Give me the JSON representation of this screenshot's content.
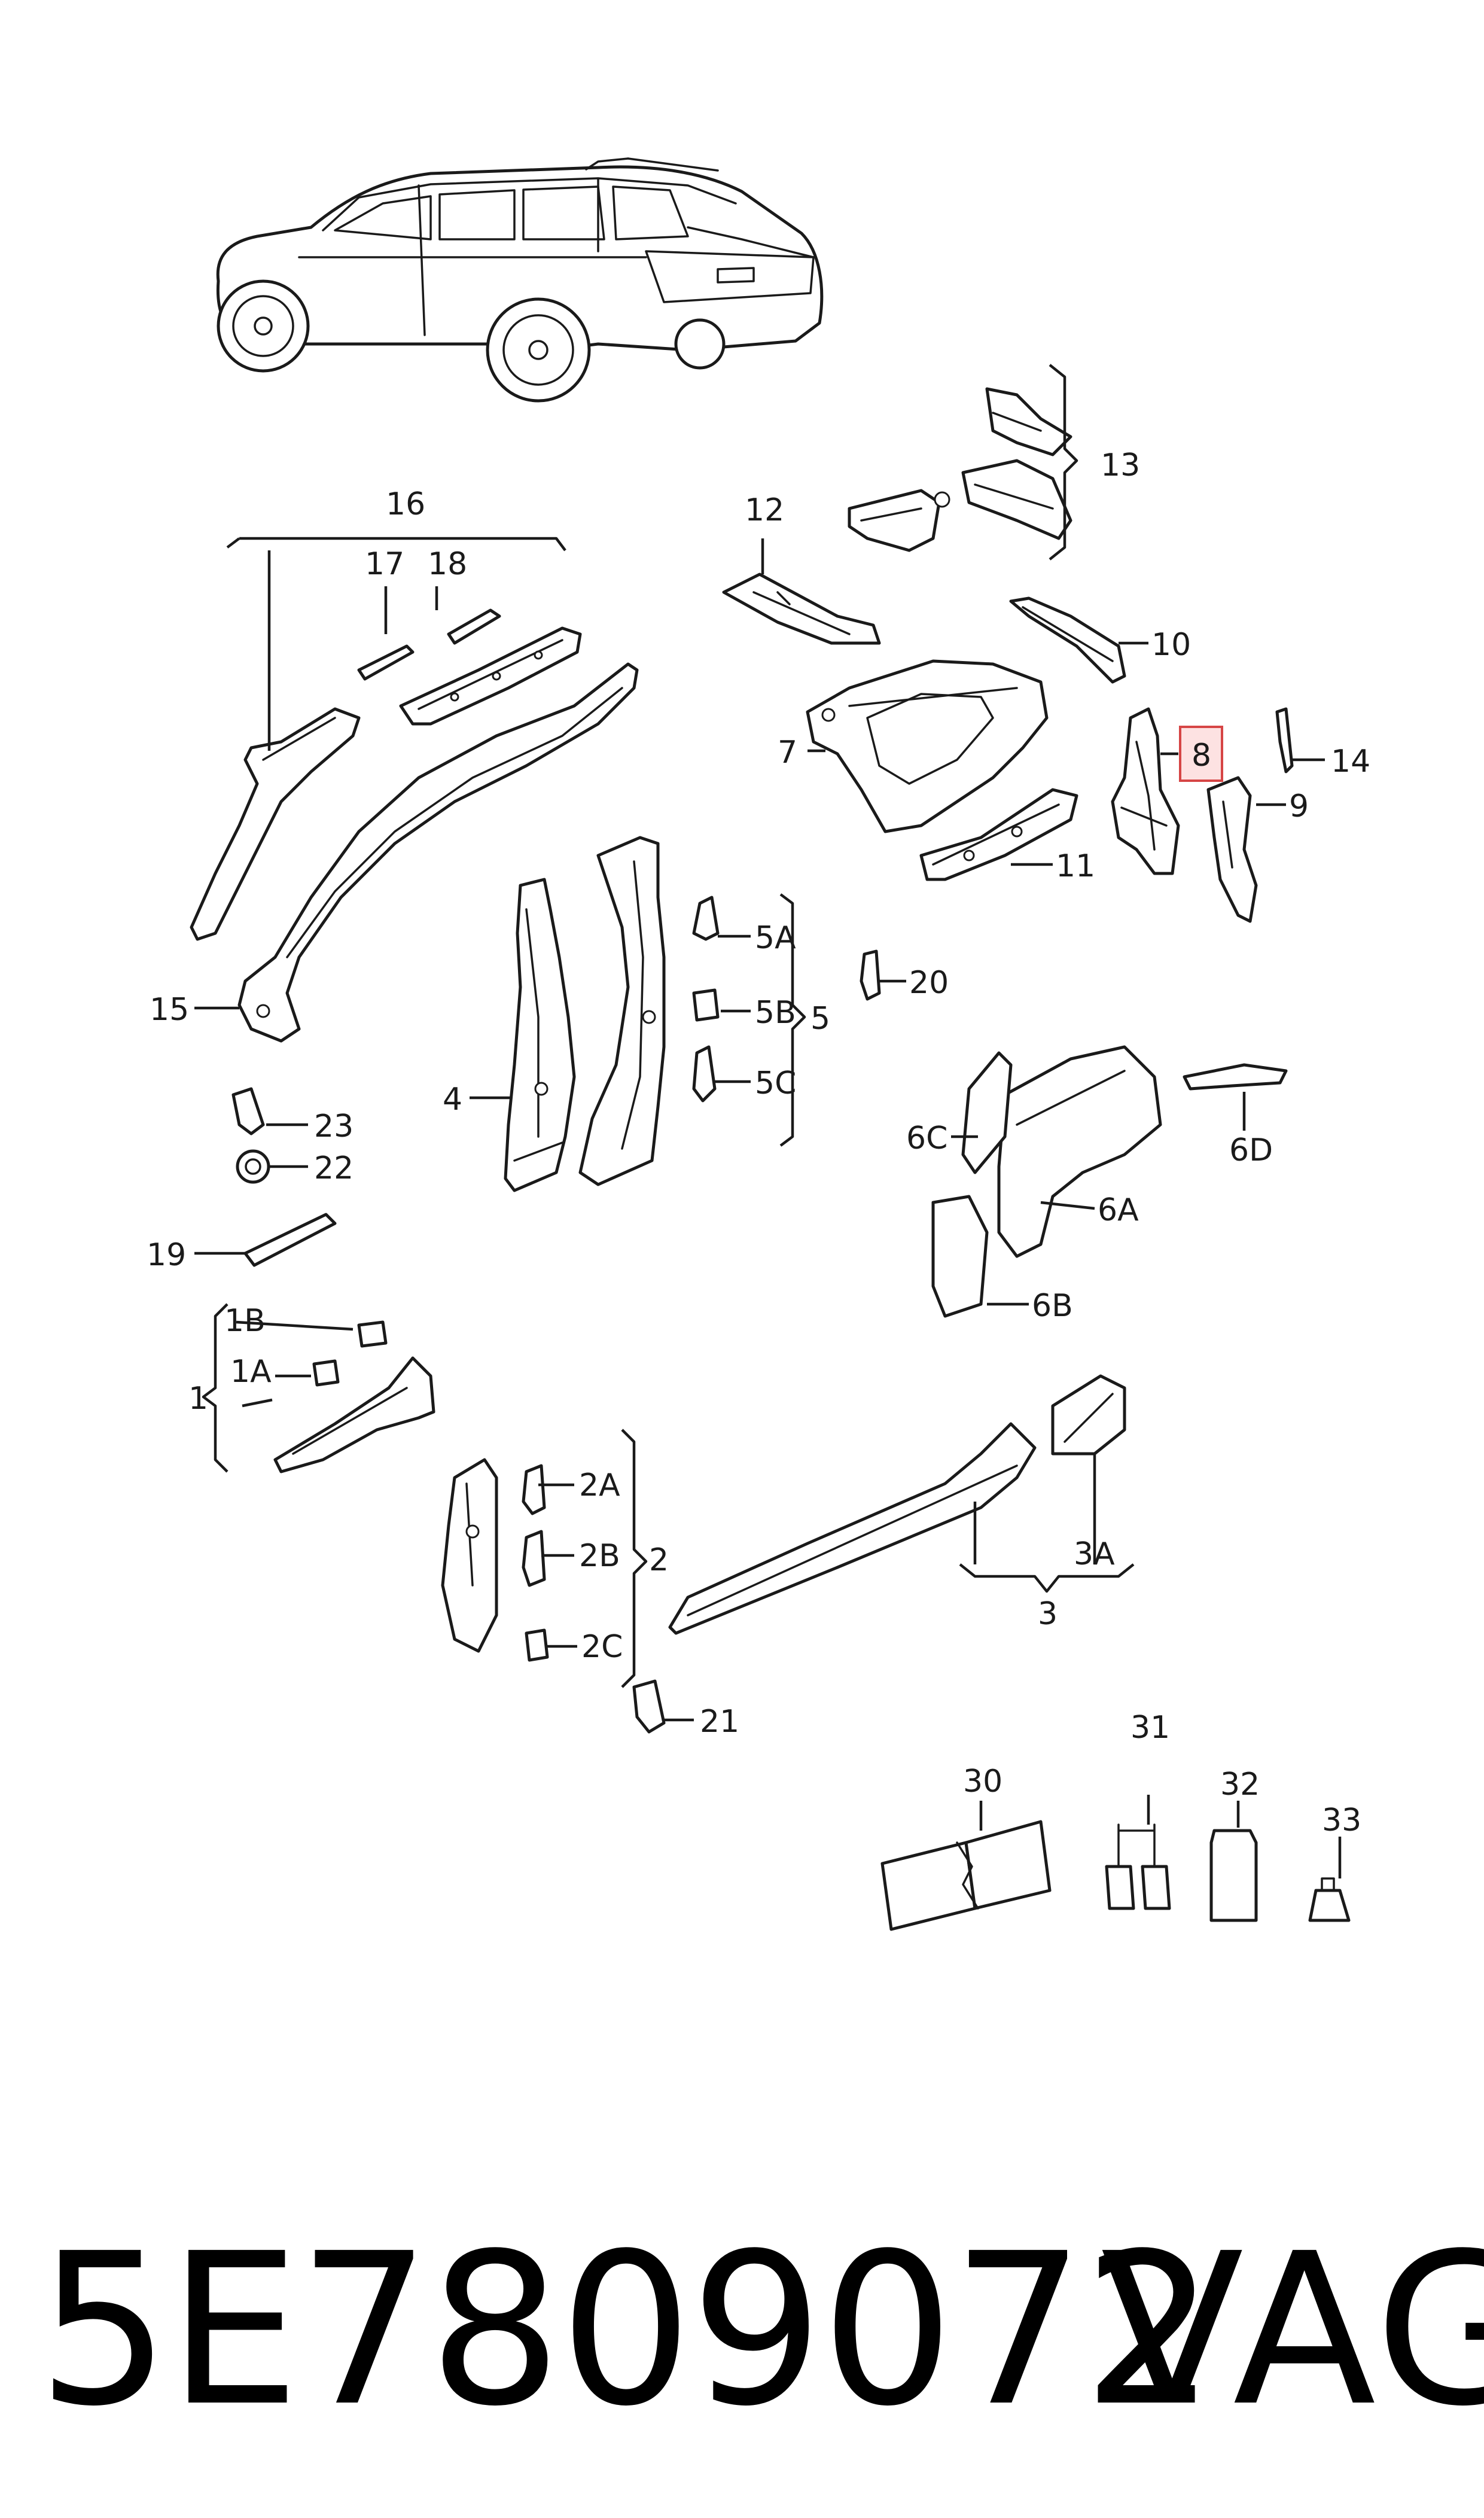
{
  "diagram": {
    "highlight_color": "#d64545",
    "labels": {
      "l1": "1",
      "l1A": "1A",
      "l1B": "1B",
      "l2": "2",
      "l2A": "2A",
      "l2B": "2B",
      "l2C": "2C",
      "l3": "3",
      "l3A": "3A",
      "l4": "4",
      "l5": "5",
      "l5A": "5A",
      "l5B": "5B",
      "l5C": "5C",
      "l6A": "6A",
      "l6B": "6B",
      "l6C": "6C",
      "l6D": "6D",
      "l7": "7",
      "l8": "8",
      "l9": "9",
      "l10": "10",
      "l11": "11",
      "l12": "12",
      "l13": "13",
      "l14": "14",
      "l15": "15",
      "l16": "16",
      "l17": "17",
      "l18": "18",
      "l19": "19",
      "l20": "20",
      "l21": "21",
      "l22": "22",
      "l23": "23",
      "l30": "30",
      "l31": "31",
      "l32": "32",
      "l33": "33"
    }
  },
  "footer": {
    "part_number": "5E7809072",
    "brand": "VAG"
  }
}
